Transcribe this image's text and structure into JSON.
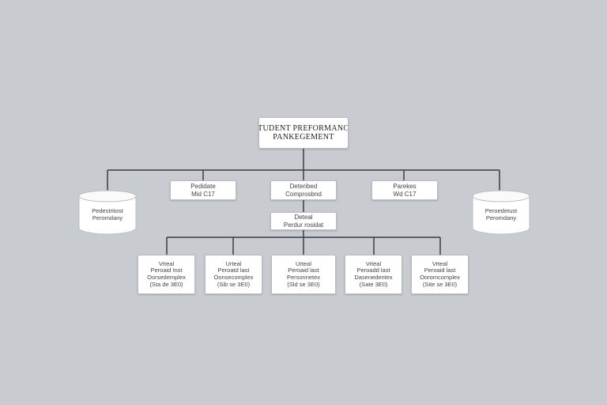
{
  "diagram": {
    "root": {
      "line1": "STUDENT PREFORMANCE",
      "line2": "PANKEGEMENT"
    },
    "datastores": [
      {
        "line1": "Pedestritost",
        "line2": "Peromdany"
      },
      {
        "line1": "Peroedetust",
        "line2": "Peromdany"
      }
    ],
    "level1": [
      {
        "line1": "Pedidate",
        "line2": "Mid C17"
      },
      {
        "line1": "Deteribed",
        "line2": "Comprosbnd"
      },
      {
        "line1": "Parekes",
        "line2": "Wd C17"
      }
    ],
    "hub": {
      "line1": "Deteal",
      "line2": "Perdur rosidat"
    },
    "leaves": [
      {
        "line1": "Vrteal",
        "line2": "Peroaid Inst",
        "line3": "Oorsedemplex",
        "line4": "(Sta de 3E0)"
      },
      {
        "line1": "Urteal",
        "line2": "Peroatd last",
        "line3": "Oonsecomplex",
        "line4": "(Sib se 3E0)"
      },
      {
        "line1": "Urteal",
        "line2": "Peroaid last",
        "line3": "Personnetex",
        "line4": "(Sld se 3E0)"
      },
      {
        "line1": "Vrteal",
        "line2": "Peroadd last",
        "line3": "Dasenedentex",
        "line4": "(Sate 3E0)"
      },
      {
        "line1": "Vrteal",
        "line2": "Peroaid last",
        "line3": "Ooromcomplex",
        "line4": "(Site se 3E0)"
      }
    ]
  }
}
